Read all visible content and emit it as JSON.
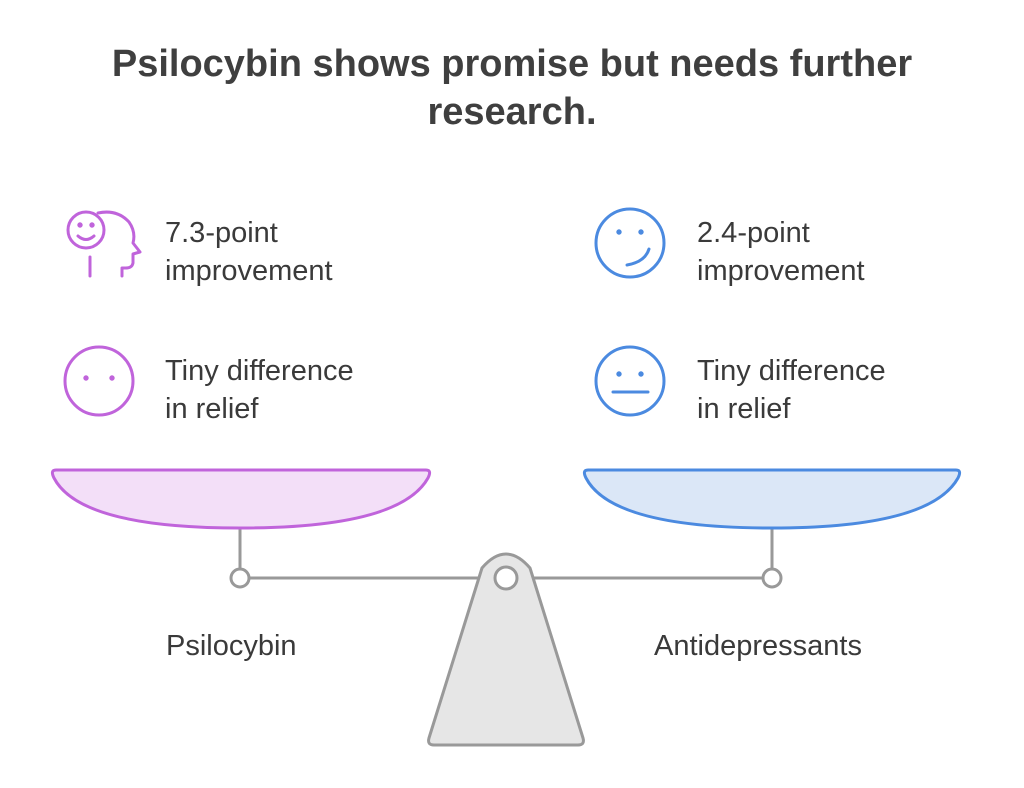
{
  "title": "Psilocybin shows promise but needs further\nresearch.",
  "colors": {
    "psilocybin": "#c064db",
    "psilocybin_fill": "#f3dff8",
    "antidepressants": "#4b8ae0",
    "antidepressants_fill": "#dbe7f7",
    "beam": "#999999",
    "fulcrum_fill": "#e6e6e6",
    "text": "#3a3a3a"
  },
  "left": {
    "label": "Psilocybin",
    "items": [
      {
        "icon": "smiling-head-profile-icon",
        "text": "7.3-point\nimprovement"
      },
      {
        "icon": "neutral-face-icon",
        "text": "Tiny difference\nin relief"
      }
    ]
  },
  "right": {
    "label": "Antidepressants",
    "items": [
      {
        "icon": "smiling-face-icon",
        "text": "2.4-point\nimprovement"
      },
      {
        "icon": "straight-mouth-face-icon",
        "text": "Tiny difference\nin relief"
      }
    ]
  }
}
